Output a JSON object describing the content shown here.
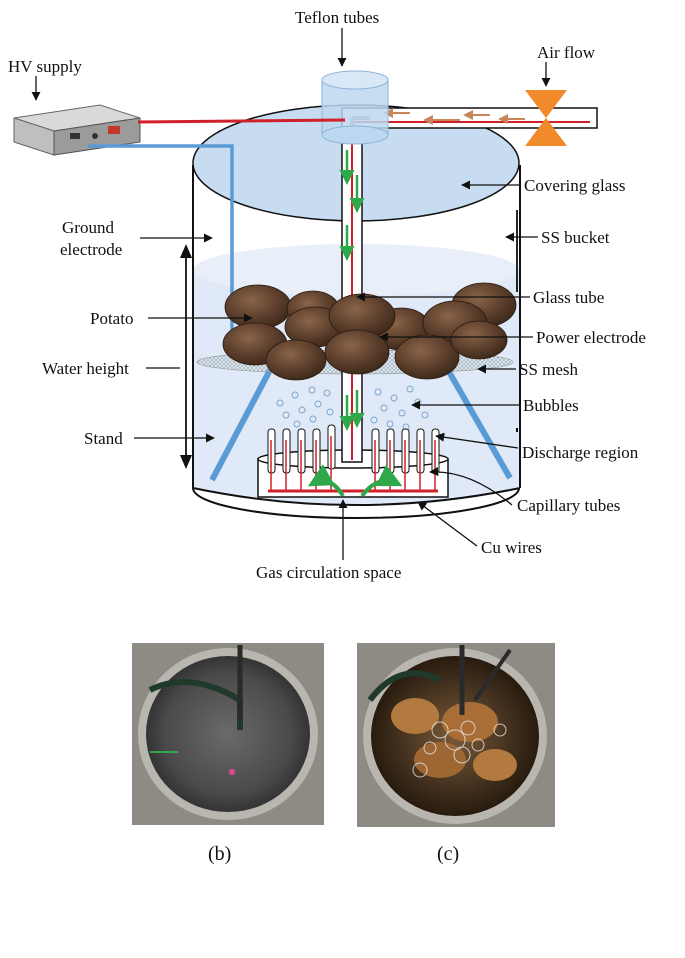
{
  "diagram": {
    "labels": {
      "teflon_tubes": "Teflon tubes",
      "hv_supply": "HV supply",
      "air_flow": "Air flow",
      "covering_glass": "Covering glass",
      "ground_electrode_1": "Ground",
      "ground_electrode_2": "electrode",
      "ss_bucket": "SS bucket",
      "glass_tube": "Glass tube",
      "potato": "Potato",
      "power_electrode": "Power electrode",
      "water_height": "Water height",
      "ss_mesh": "SS mesh",
      "bubbles": "Bubbles",
      "stand": "Stand",
      "discharge_region": "Discharge region",
      "capillary_tubes": "Capillary tubes",
      "cu_wires": "Cu wires",
      "gas_circulation_space": "Gas circulation space"
    },
    "photos": {
      "b_caption": "(b)",
      "c_caption": "(c)"
    },
    "colors": {
      "hv_wire": "#d0202a",
      "ground_wire": "#5b9bd5",
      "gas_flow": "#2ea84a",
      "air_arrow": "#c8875a",
      "valve": "#f08a2a",
      "water": "#dfe9f7",
      "glass": "#c7dcf1",
      "potato": "#5a3d2b"
    }
  }
}
